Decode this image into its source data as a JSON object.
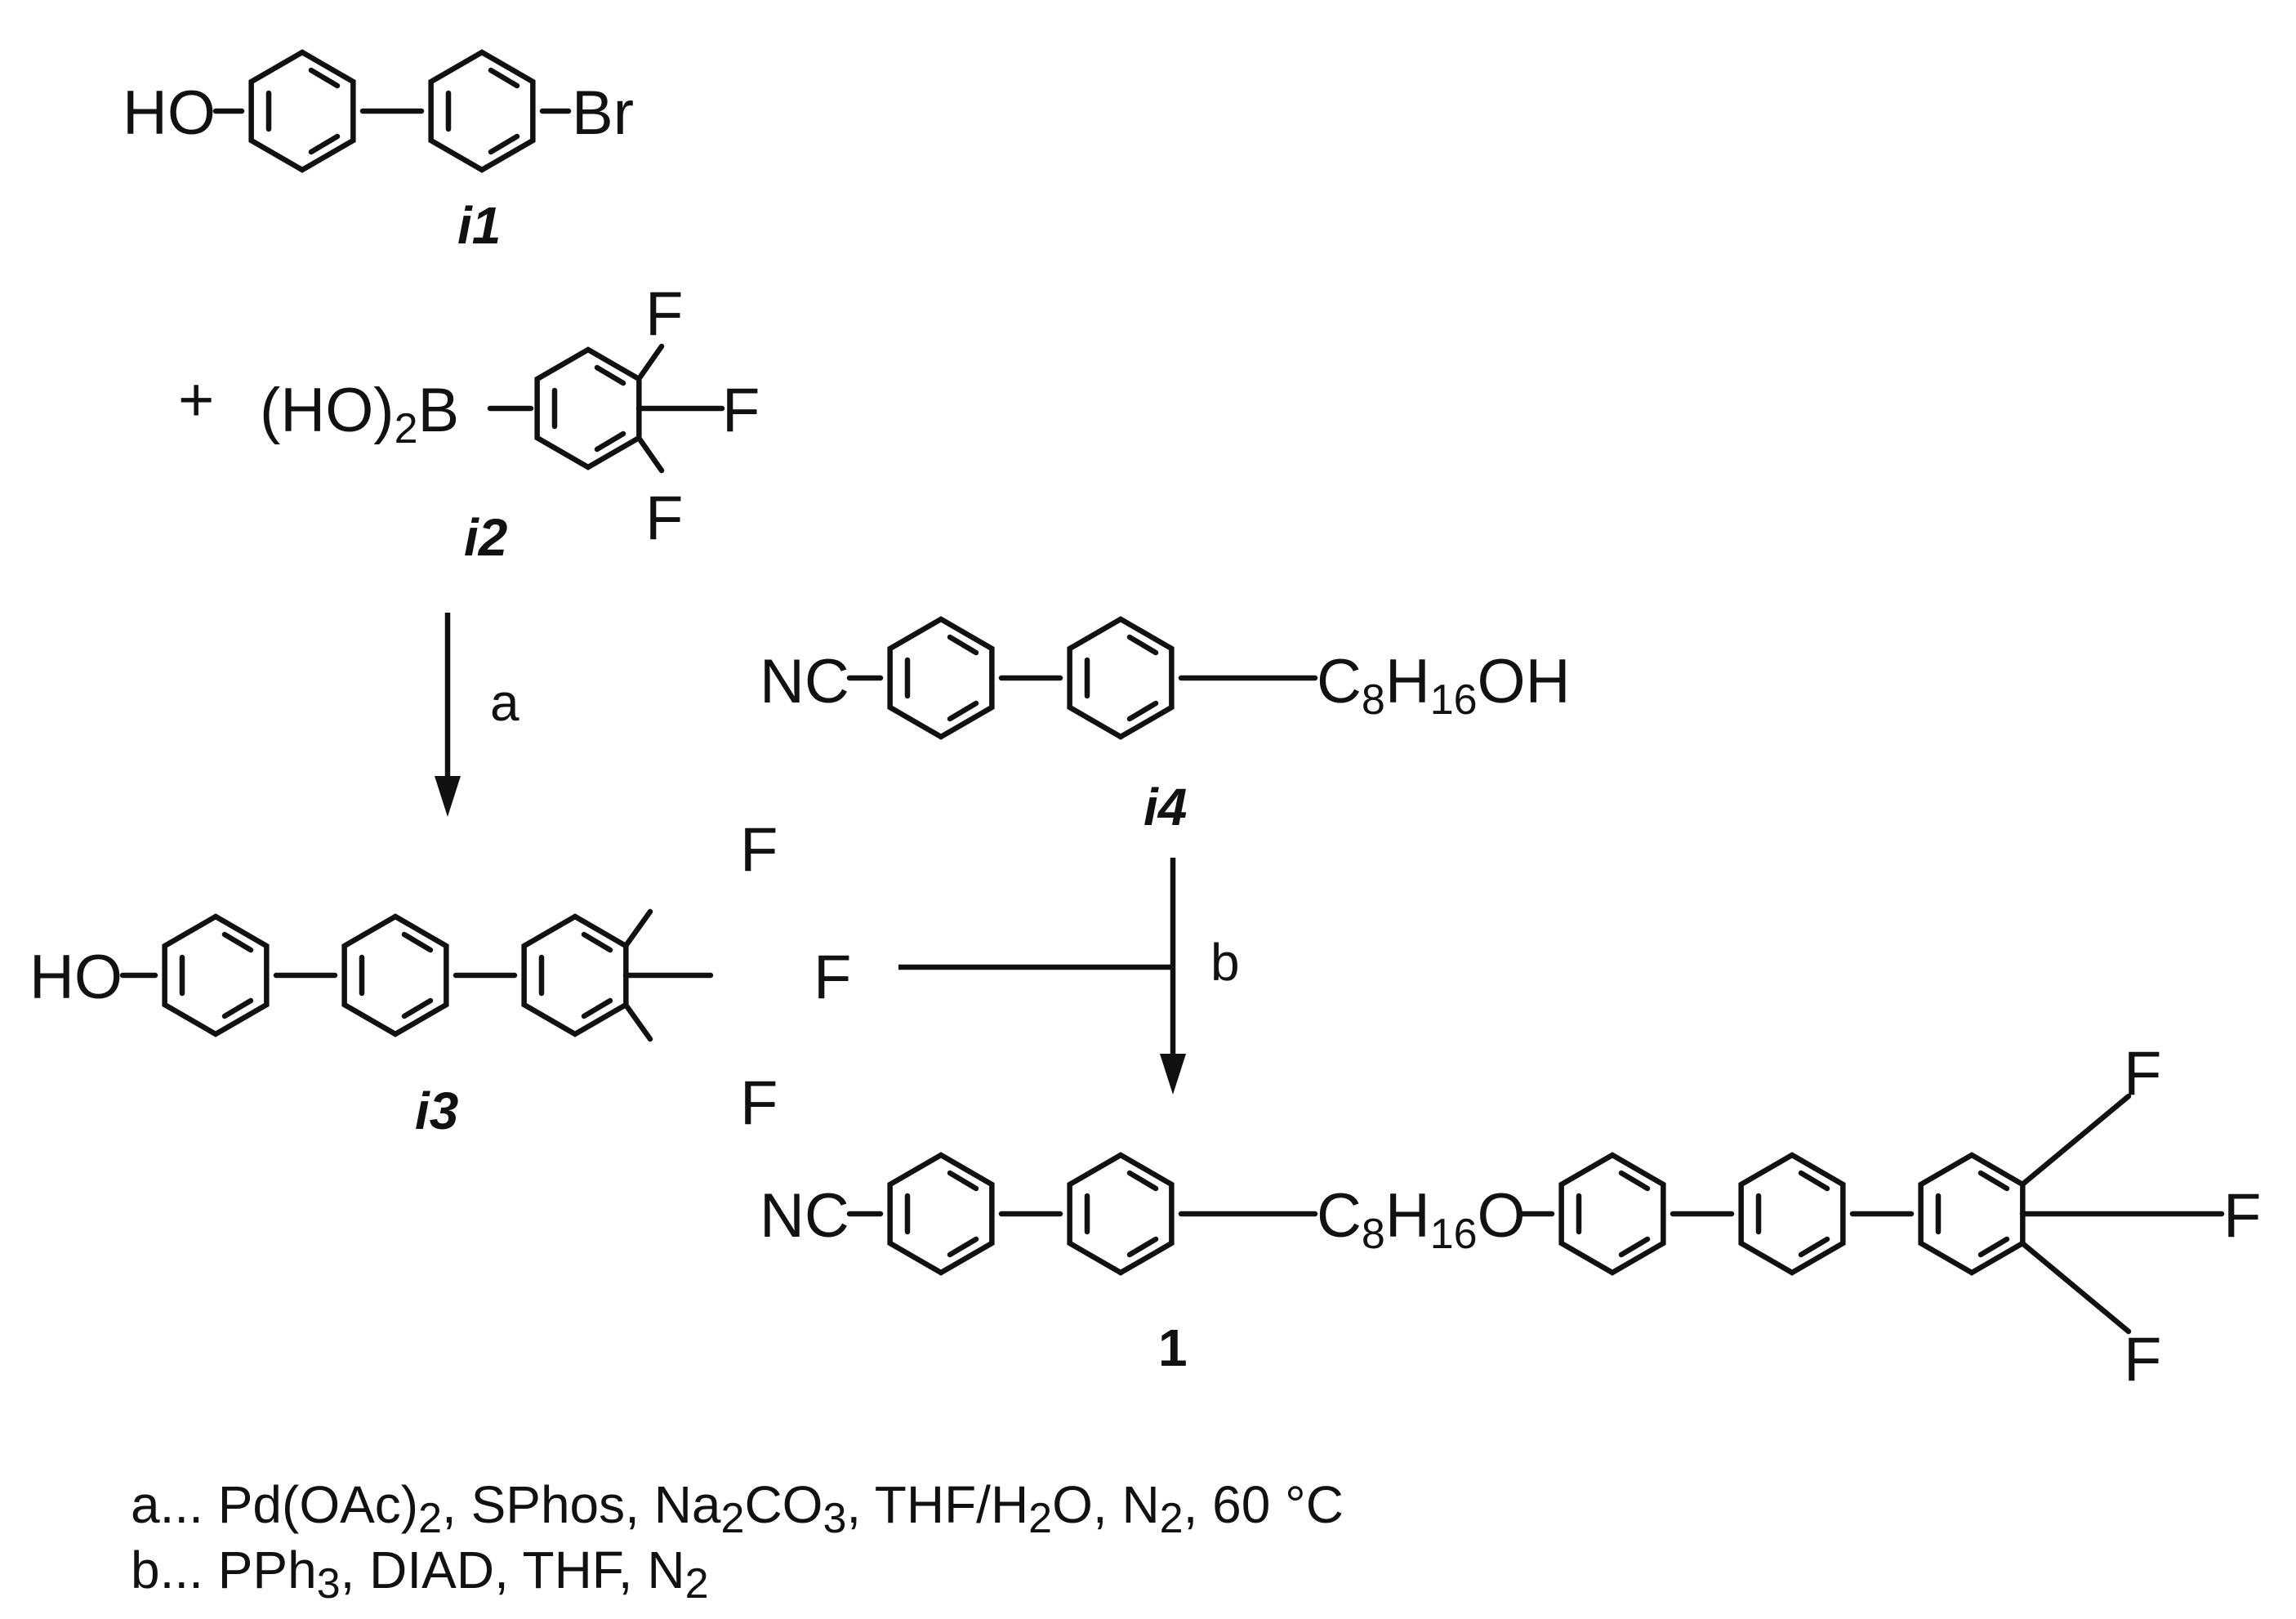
{
  "compounds": {
    "i1": {
      "id": "i1",
      "left_group": "HO",
      "right_group": "Br"
    },
    "i2": {
      "id": "i2",
      "plus": "+",
      "boronic": "(HO)",
      "boronic_sub": "2",
      "boronic_b": "B",
      "fluorine": "F"
    },
    "i3": {
      "id": "i3",
      "left_group": "HO",
      "fluorine": "F"
    },
    "i4": {
      "id": "i4",
      "left_group": "NC",
      "chain_c": "C",
      "chain_c_sub": "8",
      "chain_h": "H",
      "chain_h_sub": "16",
      "chain_end": "OH"
    },
    "p1": {
      "id": "1",
      "left_group": "NC",
      "chain_c": "C",
      "chain_c_sub": "8",
      "chain_h": "H",
      "chain_h_sub": "16",
      "chain_end": "O",
      "fluorine": "F"
    }
  },
  "arrows": {
    "a": {
      "label": "a"
    },
    "b": {
      "label": "b"
    }
  },
  "conditions": {
    "a": {
      "prefix": "a... Pd(OAc)",
      "sub1": "2",
      "mid1": ", SPhos, Na",
      "sub2": "2",
      "mid2": "CO",
      "sub3": "3",
      "mid3": ", THF/H",
      "sub4": "2",
      "mid4": "O, N",
      "sub5": "2",
      "suffix": ", 60 °C"
    },
    "b": {
      "prefix": "b... PPh",
      "sub1": "3",
      "mid1": ", DIAD, THF, N",
      "sub2": "2"
    }
  }
}
